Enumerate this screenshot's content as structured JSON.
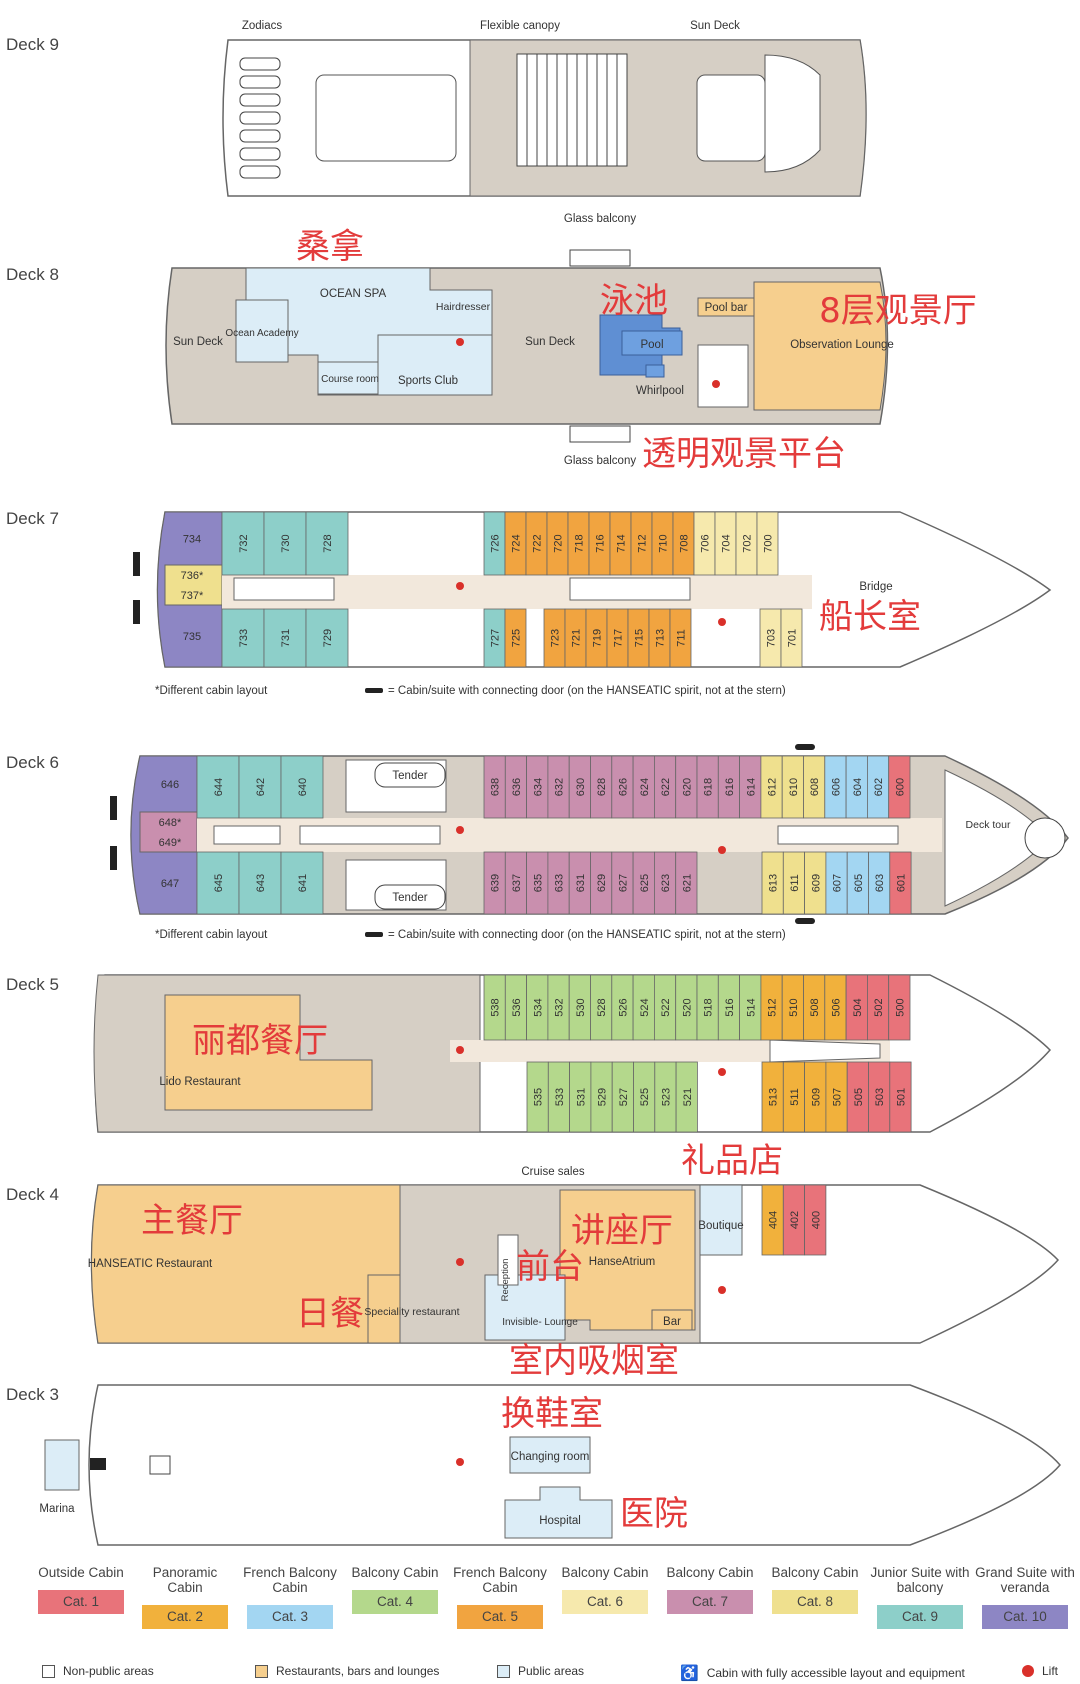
{
  "decks": {
    "d9": {
      "label": "Deck 9",
      "zodiacs": "Zodiacs",
      "canopy": "Flexible canopy",
      "sun_deck": "Sun Deck"
    },
    "d8": {
      "label": "Deck 8",
      "sun_deck_left": "Sun Deck",
      "sun_deck_mid": "Sun Deck",
      "ocean_spa": "OCEAN SPA",
      "hairdresser": "Hairdresser",
      "ocean_academy": "Ocean Academy",
      "course_room": "Course room",
      "sports_club": "Sports Club",
      "pool": "Pool",
      "whirlpool": "Whirlpool",
      "pool_bar": "Pool bar",
      "observation": "Observation Lounge",
      "glass_balcony": "Glass balcony",
      "zh_sauna": "桑拿",
      "zh_pool": "泳池",
      "zh_obs": "8层观景厅",
      "zh_glass": "透明观景平台"
    },
    "d7": {
      "label": "Deck 7",
      "bridge": "Bridge",
      "note": "*Different cabin layout",
      "note2": "= Cabin/suite with connecting door (on the HANSEATIC spirit, not at the stern)",
      "zh_bridge": "船长室"
    },
    "d6": {
      "label": "Deck 6",
      "tender": "Tender",
      "deck_tour": "Deck tour",
      "note": "*Different cabin layout",
      "note2": "= Cabin/suite with connecting door (on the HANSEATIC spirit, not at the stern)"
    },
    "d5": {
      "label": "Deck 5",
      "lido": "Lido Restaurant",
      "zh_lido": "丽都餐厅"
    },
    "d4": {
      "label": "Deck 4",
      "hanseatic": "HANSEATIC Restaurant",
      "speciality": "Speciality restaurant",
      "invisible": "Invisible- Lounge",
      "reception": "Reception",
      "hanseatrium": "HanseAtrium",
      "boutique": "Boutique",
      "bar": "Bar",
      "cruise_sales": "Cruise sales",
      "zh_main": "主餐厅",
      "zh_jp": "日餐",
      "zh_front": "前台",
      "zh_lecture": "讲座厅",
      "zh_gift": "礼品店",
      "zh_smoke": "室内吸烟室"
    },
    "d3": {
      "label": "Deck 3",
      "marina": "Marina",
      "changing": "Changing room",
      "hospital": "Hospital",
      "zh_change": "换鞋室",
      "zh_hospital": "医院"
    }
  },
  "cabins": {
    "d7_top_left": [
      "732",
      "730",
      "728"
    ],
    "d7_bot_left": [
      "733",
      "731",
      "729"
    ],
    "d7_top_mid": [
      "726",
      "724",
      "722",
      "720",
      "718",
      "716",
      "714",
      "712",
      "710",
      "708",
      "706",
      "704",
      "702",
      "700"
    ],
    "d7_bot_mid": [
      "727",
      "725",
      "723",
      "721",
      "719",
      "717",
      "715",
      "713",
      "711"
    ],
    "d7_bot_right": [
      "703",
      "701"
    ],
    "d7_end": [
      "734",
      "736*",
      "737*",
      "735"
    ],
    "d6_top_left": [
      "644",
      "642",
      "640"
    ],
    "d6_bot_left": [
      "645",
      "643",
      "641"
    ],
    "d6_top": [
      "638",
      "636",
      "634",
      "632",
      "630",
      "628",
      "626",
      "624",
      "622",
      "620",
      "618",
      "616",
      "614",
      "612",
      "610",
      "608",
      "606",
      "604",
      "602",
      "600"
    ],
    "d6_bot": [
      "639",
      "637",
      "635",
      "633",
      "631",
      "629",
      "627",
      "625",
      "623",
      "621"
    ],
    "d6_bot_right": [
      "613",
      "611",
      "609",
      "607",
      "605",
      "603",
      "601"
    ],
    "d6_end": [
      "646",
      "648*",
      "649*",
      "647"
    ],
    "d5_top": [
      "538",
      "536",
      "534",
      "532",
      "530",
      "528",
      "526",
      "524",
      "522",
      "520",
      "518",
      "516",
      "514",
      "512",
      "510",
      "508",
      "506",
      "504",
      "502",
      "500"
    ],
    "d5_bot": [
      "535",
      "533",
      "531",
      "529",
      "527",
      "525",
      "523",
      "521"
    ],
    "d5_bot_right": [
      "513",
      "511",
      "509",
      "507",
      "505",
      "503",
      "501"
    ],
    "d4": [
      "404",
      "402",
      "400"
    ]
  },
  "colors": {
    "cat1": "#e8737a",
    "cat2": "#f1b13c",
    "cat3": "#a3d6f2",
    "cat4": "#b4d88c",
    "cat5": "#f1a440",
    "cat6": "#f6e9ad",
    "cat7": "#c98fae",
    "cat8": "#efe08e",
    "cat9": "#8dcfc9",
    "cat10": "#8d86c4",
    "hull": "#d6cfc5",
    "restaurant": "#f6cf8e",
    "public": "#dcedf7",
    "corridor": "#f2e8dc"
  },
  "legend": {
    "categories": [
      {
        "name": "Outside Cabin",
        "label": "Cat. 1"
      },
      {
        "name": "Panoramic Cabin",
        "label": "Cat. 2"
      },
      {
        "name": "French Balcony Cabin",
        "label": "Cat. 3"
      },
      {
        "name": "Balcony Cabin",
        "label": "Cat. 4"
      },
      {
        "name": "French Balcony Cabin",
        "label": "Cat. 5"
      },
      {
        "name": "Balcony Cabin",
        "label": "Cat. 6"
      },
      {
        "name": "Balcony Cabin",
        "label": "Cat. 7"
      },
      {
        "name": "Balcony Cabin",
        "label": "Cat. 8"
      },
      {
        "name": "Junior Suite with balcony",
        "label": "Cat. 9"
      },
      {
        "name": "Grand Suite with veranda",
        "label": "Cat. 10"
      }
    ],
    "keys": {
      "non_public": "Non-public areas",
      "restaurants": "Restaurants, bars and lounges",
      "public": "Public areas",
      "accessible": "Cabin with fully accessible layout and equipment",
      "lift": "Lift"
    }
  }
}
